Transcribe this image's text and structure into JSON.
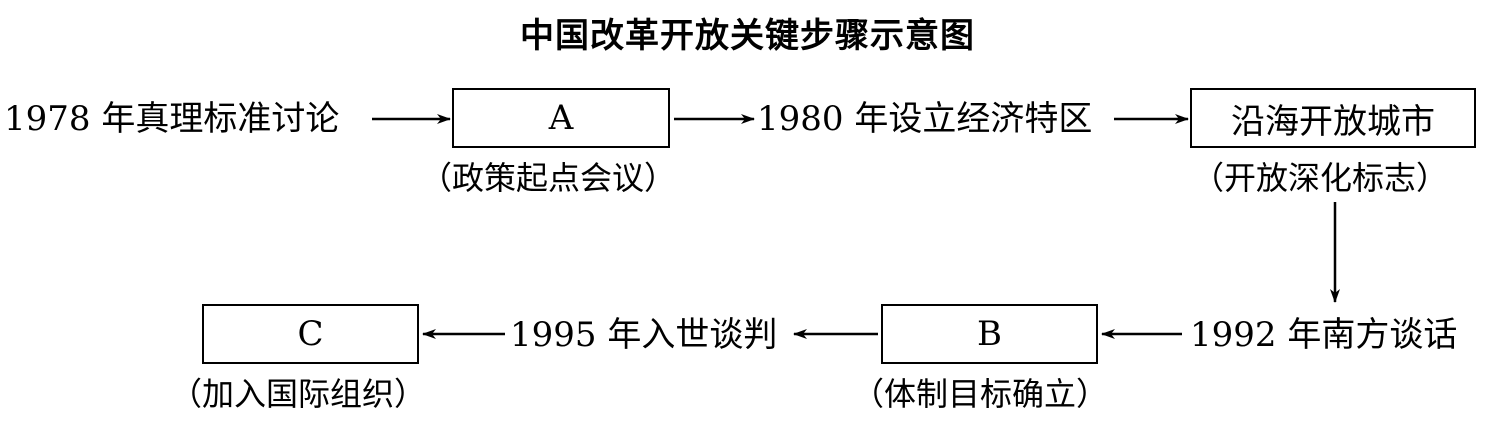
{
  "title": "中国改革开放关键步骤示意图",
  "row1": {
    "step1": "1978 年真理标准讨论",
    "boxA": "A",
    "noteA": "（政策起点会议）",
    "step2": "1980 年设立经济特区",
    "box_coastal": "沿海开放城市",
    "note_coastal": "（开放深化标志）"
  },
  "row2": {
    "step_1992": "1992 年南方谈话",
    "boxB": "B",
    "noteB": "（体制目标确立）",
    "step_1995": "1995 年入世谈判",
    "boxC": "C",
    "noteC": "（加入国际组织）"
  }
}
